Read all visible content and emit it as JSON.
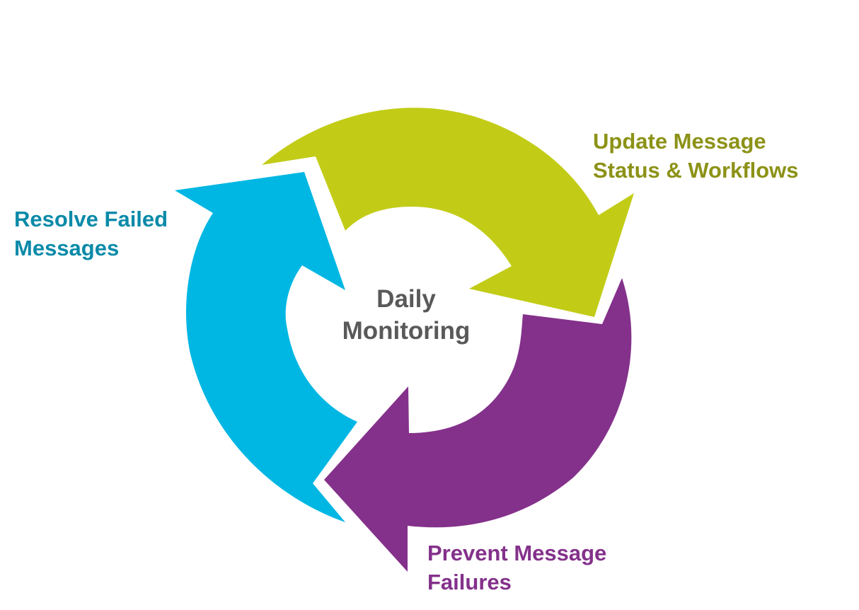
{
  "center": {
    "lines": [
      "Daily",
      "Monitoring"
    ],
    "color": "#595959"
  },
  "stages": [
    {
      "id": "update",
      "lines": [
        "Update Message",
        "Status & Workflows"
      ],
      "arrow_color": "#c2cc17",
      "text_color": "#8c9216"
    },
    {
      "id": "prevent",
      "lines": [
        "Prevent Message",
        "Failures"
      ],
      "arrow_color": "#84318b",
      "text_color": "#84318b"
    },
    {
      "id": "resolve",
      "lines": [
        "Resolve Failed",
        "Messages"
      ],
      "arrow_color": "#00b7e3",
      "text_color": "#0a8aa8"
    }
  ]
}
